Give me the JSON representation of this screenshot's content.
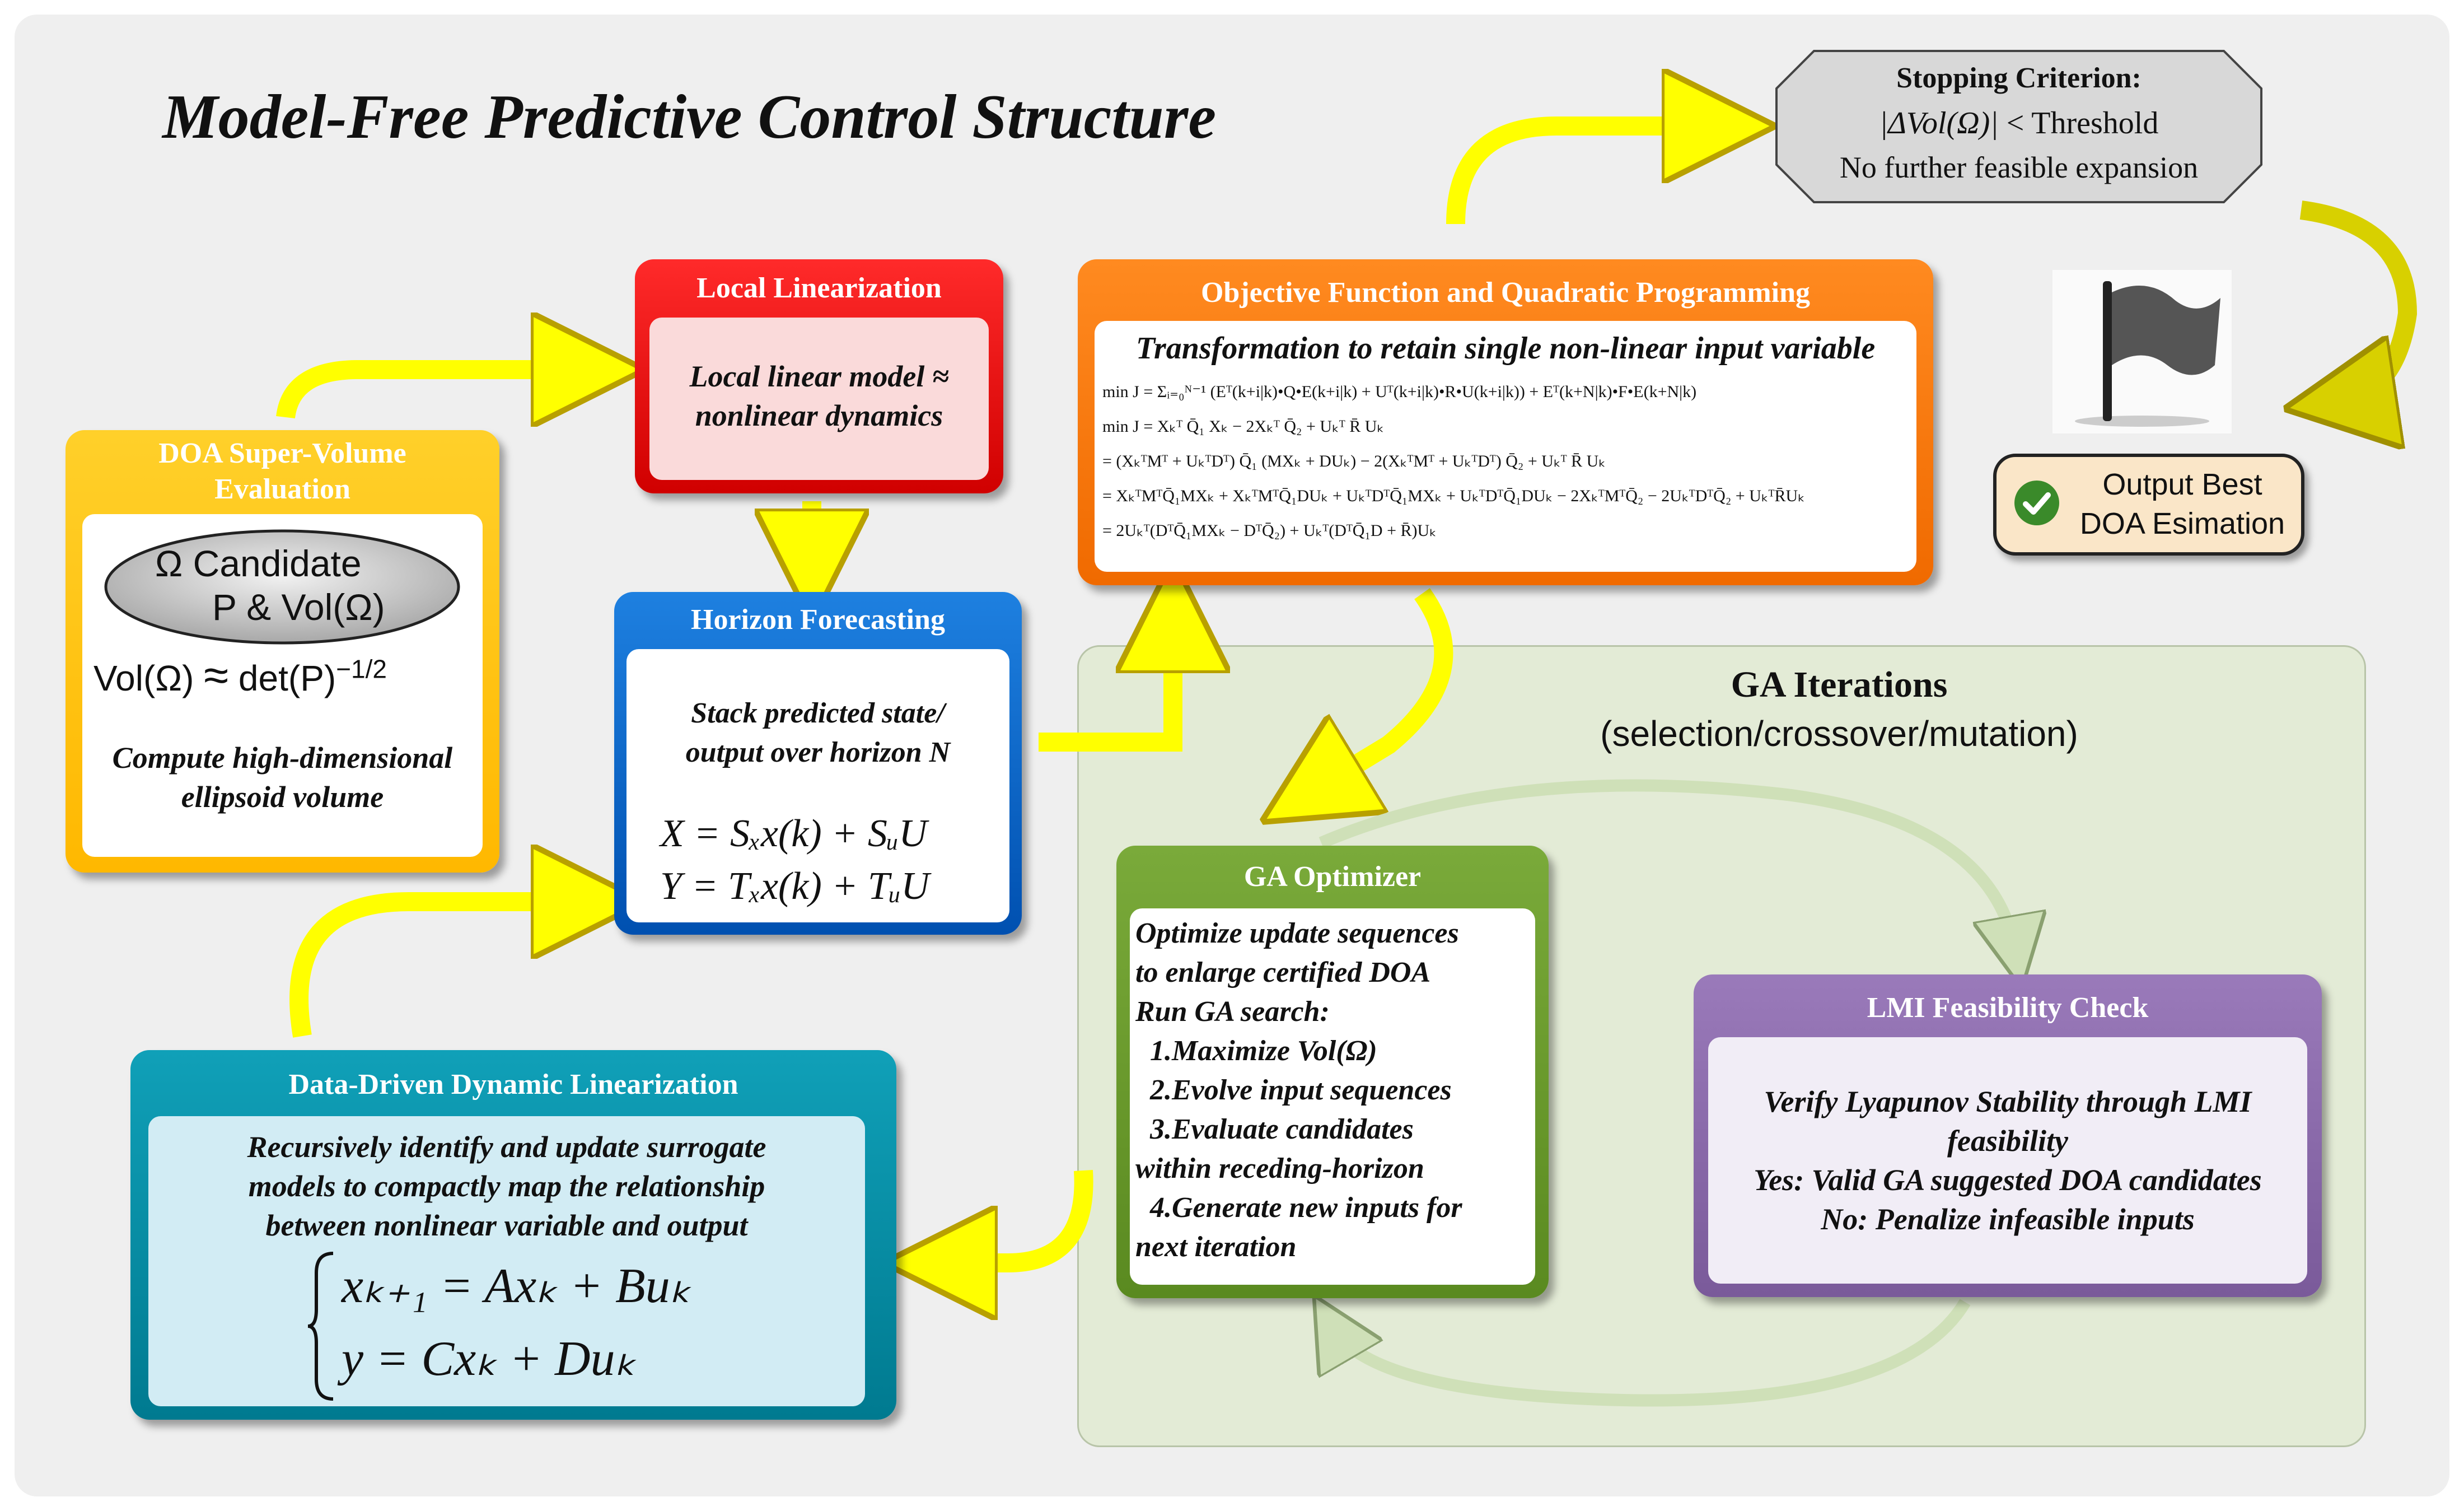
{
  "title": "Model-Free Predictive Control Structure",
  "doa": {
    "header_line1": "DOA Super-Volume",
    "header_line2": "Evaluation",
    "ellipse_line1": "Ω Candidate",
    "ellipse_line2": "P & Vol(Ω)",
    "formula_left": "Vol(Ω)",
    "formula_approx": "≈",
    "formula_right": "det(P)",
    "formula_exp": "−1/2",
    "desc_line1": "Compute high-dimensional",
    "desc_line2": "ellipsoid volume"
  },
  "local": {
    "header": "Local Linearization",
    "line1": "Local linear model ≈",
    "line2": "nonlinear dynamics"
  },
  "horizon": {
    "header": "Horizon Forecasting",
    "line1": "Stack predicted state/",
    "line2": "output over horizon N",
    "eq1": "X = Sₓx(k) + SᵤU",
    "eq2": "Y = Tₓx(k) + TᵤU"
  },
  "objective": {
    "header": "Objective Function and Quadratic Programming",
    "subtitle": "Transformation to retain single non-linear input variable",
    "eq1": "min J = Σᵢ₌₀ᴺ⁻¹ (Eᵀ(k+i|k)•Q•E(k+i|k) + Uᵀ(k+i|k)•R•U(k+i|k)) + Eᵀ(k+N|k)•F•E(k+N|k)",
    "eq2": "min J = Xₖᵀ Q̄₁ Xₖ − 2Xₖᵀ Q̄₂ + Uₖᵀ R̄ Uₖ",
    "eq3": "= (XₖᵀMᵀ + UₖᵀDᵀ) Q̄₁ (MXₖ + DUₖ) − 2(XₖᵀMᵀ + UₖᵀDᵀ) Q̄₂ + Uₖᵀ R̄ Uₖ",
    "eq4": "= XₖᵀMᵀQ̄₁MXₖ + XₖᵀMᵀQ̄₁DUₖ + UₖᵀDᵀQ̄₁MXₖ + UₖᵀDᵀQ̄₁DUₖ − 2XₖᵀMᵀQ̄₂ − 2UₖᵀDᵀQ̄₂ + UₖᵀR̄Uₖ",
    "eq5": "= 2Uₖᵀ(DᵀQ̄₁MXₖ − DᵀQ̄₂) + Uₖᵀ(DᵀQ̄₁D + R̄)Uₖ"
  },
  "stop": {
    "title": "Stopping Criterion:",
    "line1_formula": "|ΔVol(Ω)|",
    "line1_rest": " < Threshold",
    "line2": "No further feasible expansion"
  },
  "output": {
    "line1": "Output Best",
    "line2": "DOA Esimation"
  },
  "ga_iter": {
    "title": "GA Iterations",
    "subtitle": "(selection/crossover/mutation)"
  },
  "ga_opt": {
    "header": "GA Optimizer",
    "lines": [
      "Optimize update sequences",
      "to enlarge certified DOA",
      "Run GA search:",
      "  1.Maximize Vol(Ω)",
      "  2.Evolve input sequences",
      "  3.Evaluate candidates",
      "within receding-horizon",
      "  4.Generate new inputs for",
      "next iteration"
    ]
  },
  "lmi": {
    "header": "LMI Feasibility Check",
    "lines": [
      "Verify Lyapunov Stability through LMI",
      "feasibility",
      "Yes: Valid GA suggested DOA candidates",
      "No: Penalize infeasible inputs"
    ]
  },
  "ddl": {
    "header": "Data-Driven Dynamic Linearization",
    "lines": [
      "Recursively identify and update surrogate",
      "models to compactly map the relationship",
      "between nonlinear variable and output"
    ],
    "eq1": "xₖ₊₁ = Axₖ + Buₖ",
    "eq2": "y = Cxₖ + Duₖ"
  },
  "colors": {
    "yellow_arrow": "#ffff00",
    "doa": "#ffc000",
    "local": "#e00000",
    "horizon": "#0a64c8",
    "objective": "#ff7a10",
    "ga_opt": "#6a9a30",
    "lmi": "#8a6aaa",
    "ddl": "#008aa0"
  },
  "icons": [
    "flag-icon",
    "check-icon"
  ]
}
